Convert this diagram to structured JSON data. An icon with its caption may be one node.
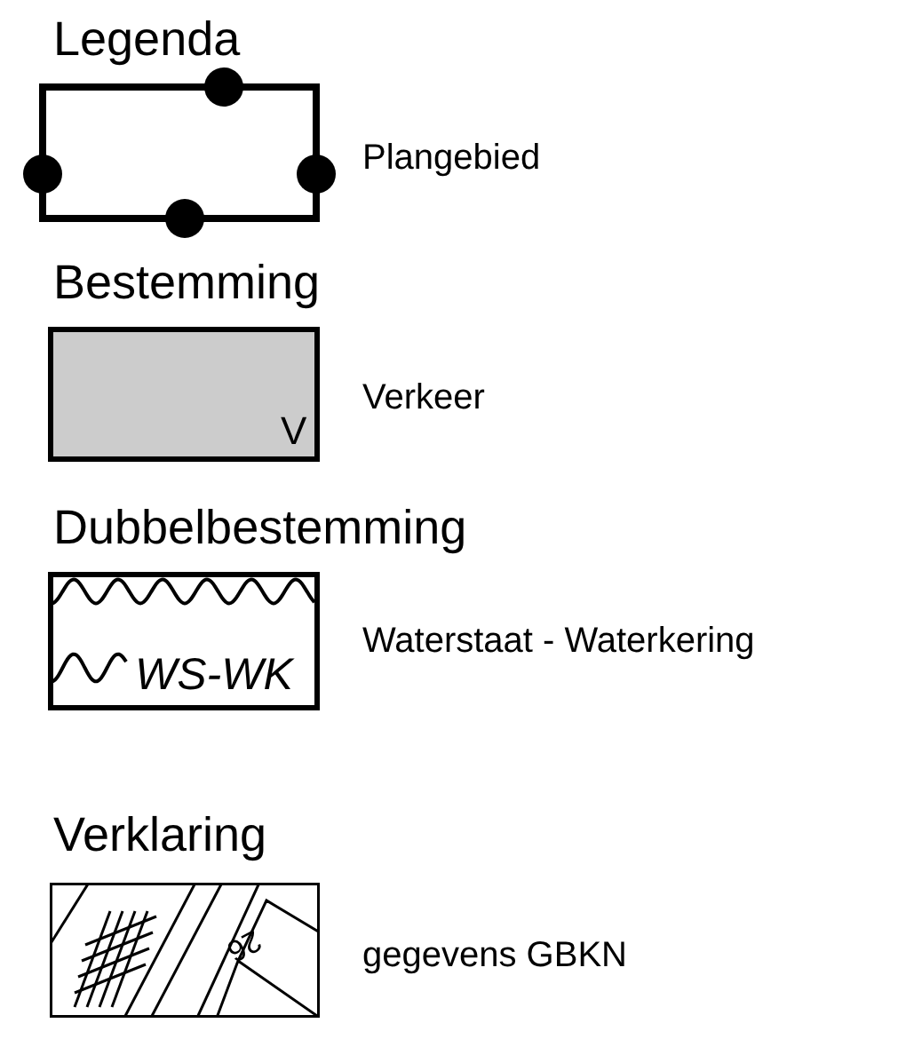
{
  "diagram": {
    "labels": [
      "Legenda",
      "Bestemming",
      "V",
      "Dubbelbestemming",
      "WS-WK",
      "Verklaring",
      "26"
    ],
    "legend": [
      {
        "text": "Plangebied"
      },
      {
        "text": "Verkeer",
        "color": "#cccccc"
      },
      {
        "text": "Waterstaat - Waterkering"
      },
      {
        "text": "gegevens GBKN"
      }
    ]
  }
}
